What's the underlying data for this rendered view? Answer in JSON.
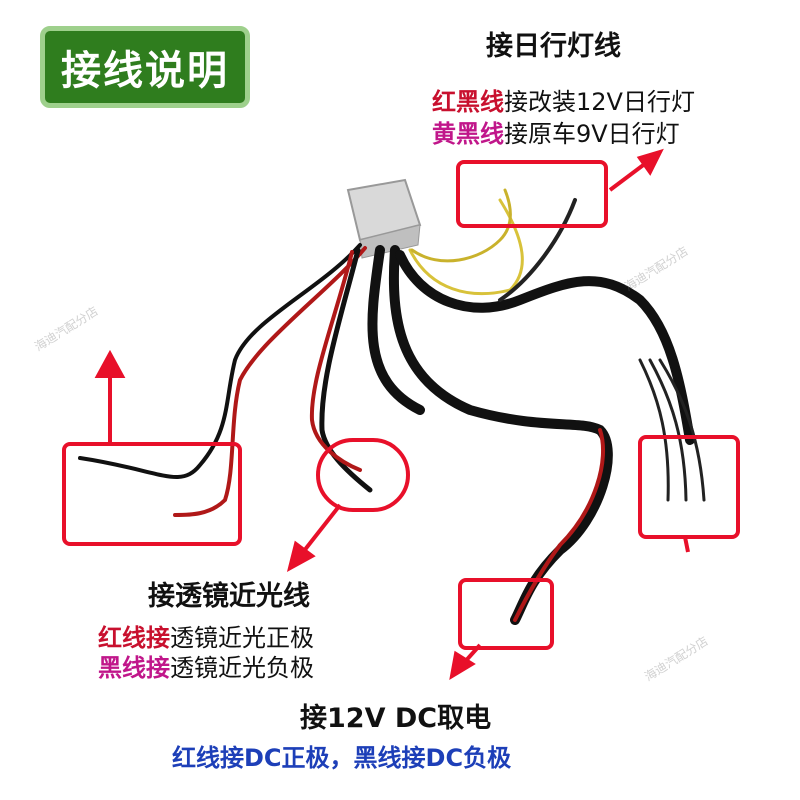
{
  "title": "接线说明",
  "drl": {
    "heading": "接日行灯线",
    "line1": {
      "color_name": "红黑线",
      "rest": "接改装12V日行灯"
    },
    "line2": {
      "color_name": "黄黑线",
      "rest": "接原车9V日行灯"
    }
  },
  "lens": {
    "heading": "接透镜近光线",
    "line1": {
      "color_name": "红线接",
      "rest": "透镜近光正极"
    },
    "line2": {
      "color_name": "黑线接",
      "rest": "透镜近光负极"
    }
  },
  "power": {
    "heading": "接12V DC取电",
    "line1": "红线接DC正极，黑线接DC负极"
  },
  "watermark": "海迪汽配分店",
  "colors": {
    "badge_bg": "#2f7d1e",
    "highlight_red": "#e8102a",
    "red_label": "#c8102e",
    "magenta_label": "#c0168a",
    "blue_label": "#1d3fb8"
  }
}
